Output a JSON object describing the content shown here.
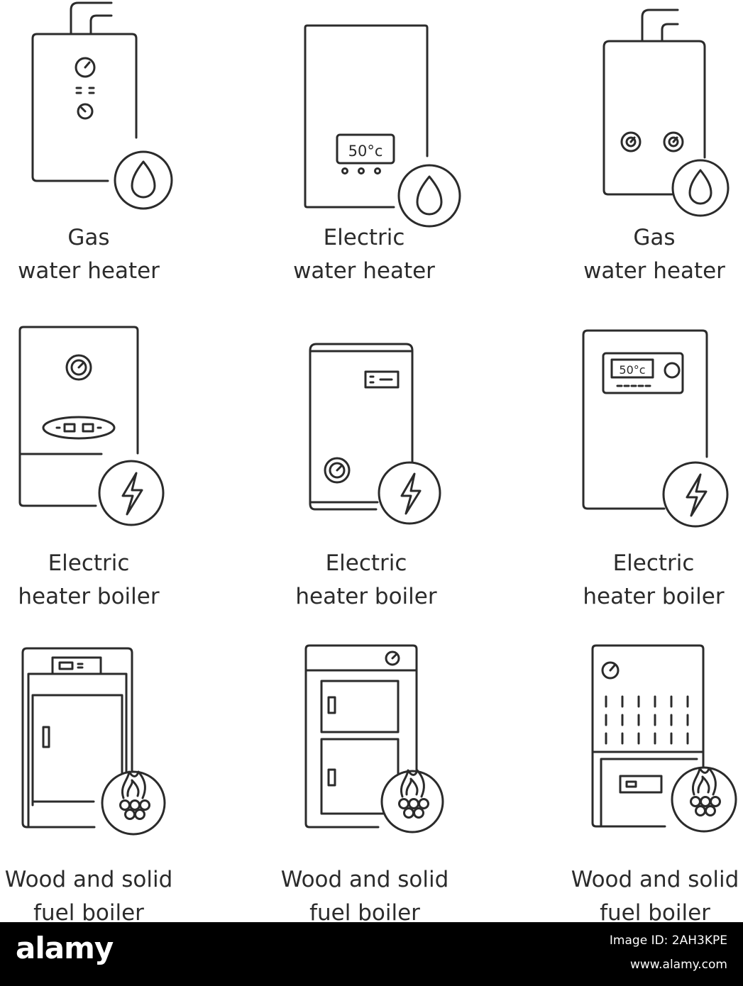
{
  "colors": {
    "stroke": "#2b2b2b",
    "background": "#ffffff",
    "bar": "#000000",
    "bar_text": "#ffffff"
  },
  "items": [
    {
      "icon": "gas-water-heater-dial-icon",
      "badge": "water-drop-icon",
      "line1": "Gas",
      "line2": "water heater"
    },
    {
      "icon": "electric-water-heater-display-icon",
      "badge": "water-drop-icon",
      "line1": "Electric",
      "line2": "water heater",
      "display": "50°c"
    },
    {
      "icon": "gas-water-heater-knobs-icon",
      "badge": "water-drop-icon",
      "line1": "Gas",
      "line2": "water heater"
    },
    {
      "icon": "electric-boiler-gauge-icon",
      "badge": "lightning-bolt-icon",
      "line1": "Electric",
      "line2": "heater boiler"
    },
    {
      "icon": "electric-boiler-cylinder-icon",
      "badge": "lightning-bolt-icon",
      "line1": "Electric",
      "line2": "heater boiler"
    },
    {
      "icon": "electric-boiler-display-icon",
      "badge": "lightning-bolt-icon",
      "line1": "Electric",
      "line2": "heater boiler",
      "display": "50°c"
    },
    {
      "icon": "solid-fuel-boiler-door-icon",
      "badge": "fire-and-coal-icon",
      "line1": "Wood and solid",
      "line2": "fuel boiler"
    },
    {
      "icon": "solid-fuel-boiler-two-doors-icon",
      "badge": "fire-and-coal-icon",
      "line1": "Wood and solid",
      "line2": "fuel boiler"
    },
    {
      "icon": "solid-fuel-boiler-grill-icon",
      "badge": "fire-and-coal-icon",
      "line1": "Wood and solid",
      "line2": "fuel boiler"
    }
  ],
  "footer": {
    "brand": "alamy",
    "image_id": "Image ID: 2AH3KPE",
    "url": "www.alamy.com"
  }
}
